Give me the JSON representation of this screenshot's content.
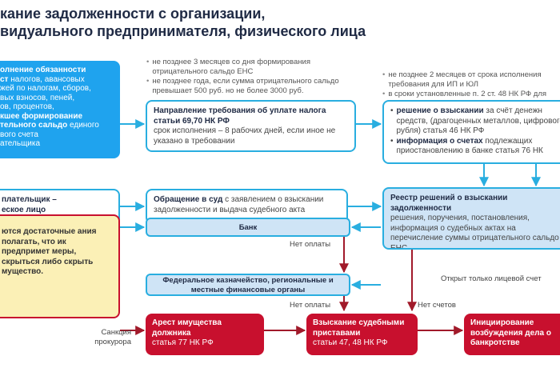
{
  "title": {
    "line1": "кание задолженности с организации,",
    "line2": "видуального предпринимателя, физического лица"
  },
  "box_left_top": {
    "l1": "олнение обязанности",
    "l2_bold": "ст",
    "l2": " налогов, авансовых",
    "l3": "жей по налогам, сборов,",
    "l4": "вых взносов, пеней,",
    "l5": "ов, процентов,",
    "l6_bold": "кшее формирование",
    "l7_bold": "тельного сальдо",
    "l7": " единого",
    "l8": "вого счета",
    "l9": "ательщика"
  },
  "note_top_middle": {
    "b1": "не позднее 3 месяцев со дня формирования отрицательного сальдо ЕНС",
    "b2": "не позднее года, если сумма отрицательного сальдо превышает 500 руб. но не более 3000 руб."
  },
  "note_top_right": {
    "b1": "не позднее 2 месяцев от срока исполнения требования для ИП и ЮЛ",
    "b2": "в сроки установленные п. 2 ст. 48 НК РФ для"
  },
  "box_requirement": {
    "bold": "Направление требования об уплате налога статьи 69,70 НК РФ",
    "text": "срок исполнения – 8 рабочих дней, если иное не указано в требовании"
  },
  "box_decision": {
    "b1_bold": "решение о взыскании",
    "b1": " за счёт денежн средств, (драгоценных металлов, цифрового рубля) статья 46 НК РФ",
    "b2_bold": "информация о счетах",
    "b2": " подлежащих приостановлению в банке статья 76 НК"
  },
  "box_payer": {
    "l1": "плательщик –",
    "l2": "еское лицо"
  },
  "box_court": {
    "bold": "Обращение в суд",
    "text": " с заявлением о взыскании задолженности и выдача судебного акта"
  },
  "box_registry": {
    "bold": "Реестр решений о взыскании задолженности",
    "text": "решения, поручения, постановления, информация о судебных актах на перечисление суммы отрицательного сальдо ЕНС"
  },
  "box_yellow": {
    "text": "ются достаточные ания полагать, что ик предпримет меры, скрыться либо скрыть мущество."
  },
  "pill_bank": "Банк",
  "pill_treasury": "Федеральное казначейство, региональные и местные финансовые органы",
  "labels": {
    "no_payment_1": "Нет оплаты",
    "no_payment_2": "Нет оплаты",
    "no_accounts": "Нет счетов",
    "only_personal": "Открыт только лицевой счет",
    "sanction": "Санкция прокурора"
  },
  "box_arrest": {
    "bold": "Арест имущества должника",
    "text": "статья 77 НК РФ"
  },
  "box_bailiffs": {
    "bold": "Взыскание судебными приставами",
    "text": "статьи 47, 48 НК РФ"
  },
  "box_bankruptcy": {
    "bold": "Инициирование возбуждения дела о банкротстве"
  },
  "colors": {
    "blue": "#1fa3ee",
    "outline": "#29aee0",
    "red": "#c8102e",
    "dark_red": "#a11a2a",
    "yellow": "#fbf0b6",
    "light_blue": "#cfe4f6"
  }
}
